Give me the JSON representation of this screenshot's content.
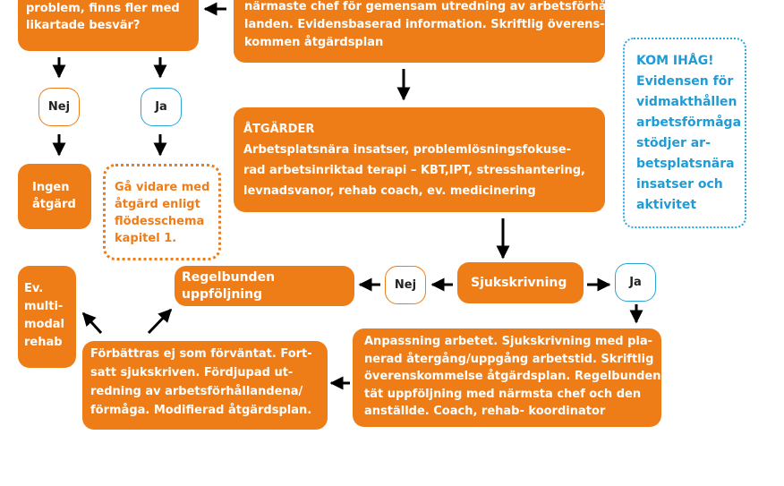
{
  "boxes": {
    "top_left": [
      "problem, finns fler med",
      "likartade  besvär?"
    ],
    "top_center": [
      "närmaste chef för gemensam utredning av arbetsförhål-",
      "landen. Evidensbaserad information. Skriftlig överens-",
      "kommen åtgärdsplan"
    ],
    "atgarder": [
      "ÅTGÄRDER",
      "Arbetsplatsnära insatser, problemlösningsfokuse-",
      "rad arbetsinriktad terapi – KBT,IPT, stresshantering,",
      "levnadsvanor, rehab coach, ev. medicinering"
    ],
    "ingen_atgard": [
      "Ingen",
      "åtgärd"
    ],
    "ga_vidare": [
      "Gå vidare med",
      "åtgärd enligt",
      "flödesschema",
      "kapitel 1."
    ],
    "reminder": [
      "KOM IHÅG!",
      "Evidensen för",
      "vidmakthållen",
      "arbetsförmåga",
      "stödjer ar-",
      "betsplatsnära",
      "insatser och",
      "aktivitet"
    ],
    "regelbunden": "Regelbunden uppföljning",
    "sjukskrivning": "Sjukskrivning",
    "ev_multimodal": [
      "Ev.",
      "multi-",
      "modal",
      "rehab"
    ],
    "forbattras": [
      "Förbättras ej som förväntat. Fort-",
      "satt sjukskriven. Fördjupad ut-",
      "redning av arbetsförhållandena/",
      "förmåga. Modifierad åtgärdsplan."
    ],
    "anpassning": [
      "Anpassning arbetet. Sjukskrivning med pla-",
      "nerad återgång/uppgång arbetstid. Skriftlig",
      "överenskommelse åtgärdsplan. Regelbunden",
      "tät uppföljning med närmsta chef och den",
      "anställde. Coach, rehab- koordinator"
    ]
  },
  "pills": {
    "nej_1": "Nej",
    "ja_1": "Ja",
    "nej_2": "Nej",
    "ja_2": "Ja"
  },
  "colors": {
    "orange": "#ee7d18",
    "blue": "#2aa6d8",
    "arrow": "#000000"
  }
}
